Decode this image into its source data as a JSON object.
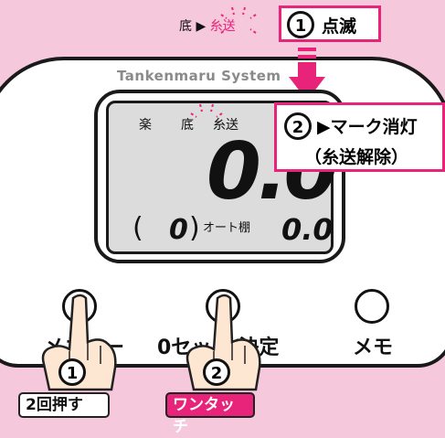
{
  "top_indicator": {
    "label1": "底",
    "arrow": "▶",
    "label2": "糸送"
  },
  "step1_callout": {
    "number": "1",
    "text": "点滅"
  },
  "step2_callout": {
    "number": "2",
    "text_line1": "▶マーク消灯",
    "text_line2": "（糸送解除）"
  },
  "device": {
    "brand": "Tankenmaru System"
  },
  "lcd": {
    "mode1": "楽",
    "mode2": "底",
    "mode3": "糸送",
    "depth": "0.0",
    "paren_open": "(",
    "counter": "0",
    "paren_close": ")",
    "auto_label": "オート棚",
    "shelf_value": "0.0"
  },
  "buttons": {
    "menu": "メニュー",
    "zero_set": "0セット/決定",
    "memo": "メモ"
  },
  "instructions": {
    "finger1_number": "1",
    "finger2_number": "2",
    "tag1": "2回押す",
    "tag2": "ワンタッチ"
  },
  "colors": {
    "background": "#f6c8dc",
    "accent": "#e8247a",
    "lcd": "#dcdcdc"
  }
}
